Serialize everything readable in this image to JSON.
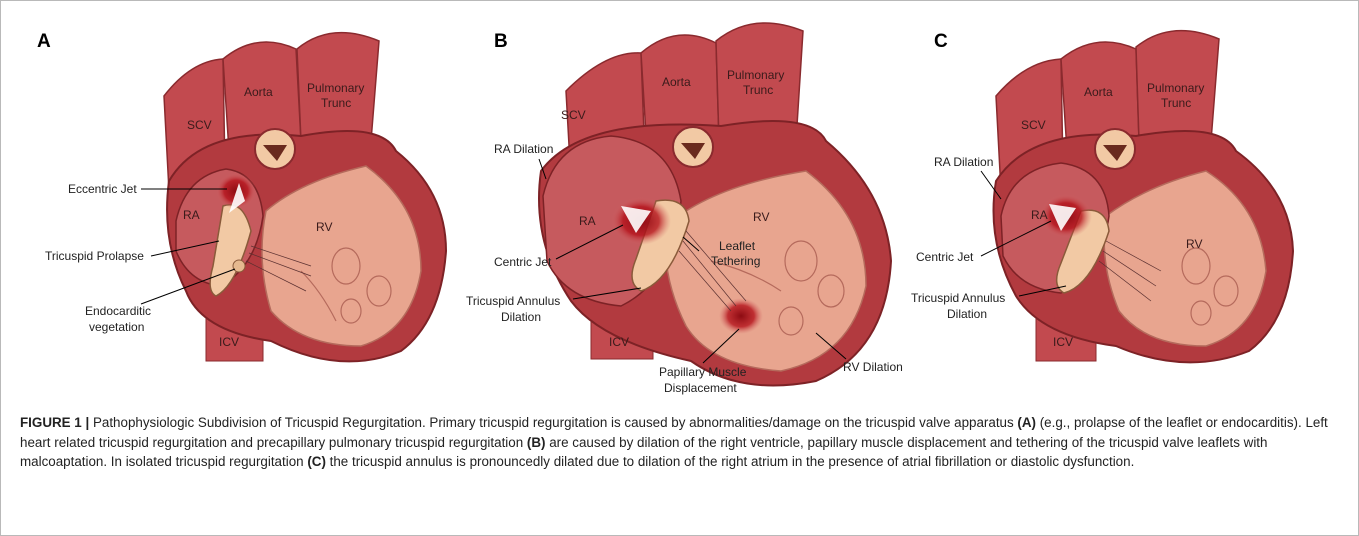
{
  "panels": [
    {
      "letter": "A",
      "labels": {
        "scv": "SCV",
        "aorta": "Aorta",
        "pulm1": "Pulmonary",
        "pulm2": "Trunc",
        "ra": "RA",
        "rv": "RV",
        "icv": "ICV",
        "eccentric_jet": "Eccentric Jet",
        "tricuspid_prolapse": "Tricuspid Prolapse",
        "endocarditic1": "Endocarditic",
        "endocarditic2": "vegetation"
      }
    },
    {
      "letter": "B",
      "labels": {
        "scv": "SCV",
        "aorta": "Aorta",
        "pulm1": "Pulmonary",
        "pulm2": "Trunc",
        "ra": "RA",
        "rv": "RV",
        "icv": "ICV",
        "ra_dilation": "RA Dilation",
        "centric_jet": "Centric Jet",
        "leaflet1": "Leaflet",
        "leaflet2": "Tethering",
        "tad1": "Tricuspid Annulus",
        "tad2": "Dilation",
        "pmd1": "Papillary Muscle",
        "pmd2": "Displacement",
        "rv_dilation": "RV Dilation"
      }
    },
    {
      "letter": "C",
      "labels": {
        "scv": "SCV",
        "aorta": "Aorta",
        "pulm1": "Pulmonary",
        "pulm2": "Trunc",
        "ra": "RA",
        "rv": "RV",
        "icv": "ICV",
        "ra_dilation": "RA Dilation",
        "centric_jet": "Centric Jet",
        "tad1": "Tricuspid Annulus",
        "tad2": "Dilation"
      }
    }
  ],
  "colors": {
    "heart_outer": "#b23a3f",
    "heart_mid": "#c8585a",
    "heart_inner": "#d98a7a",
    "chamber": "#e8a58f",
    "valve": "#f2c9a4",
    "jet": "#b5121b",
    "vessel": "#c24a4f"
  },
  "caption": {
    "figure_label": "FIGURE 1 |",
    "seg1": " Pathophysiologic Subdivision of Tricuspid Regurgitation. Primary tricuspid regurgitation is caused by abnormalities/damage on the tricuspid valve apparatus ",
    "ref_a": "(A)",
    "seg2": " (e.g., prolapse of the leaflet or endocarditis). Left heart related tricuspid regurgitation and precapillary pulmonary tricuspid regurgitation ",
    "ref_b": "(B)",
    "seg3": " are caused by dilation of the right ventricle, papillary muscle displacement and tethering of the tricuspid valve leaflets with malcoaptation. In isolated tricuspid regurgitation ",
    "ref_c": "(C)",
    "seg4": " the tricuspid annulus is pronouncedly dilated due to dilation of the right atrium in the presence of atrial fibrillation or diastolic dysfunction."
  }
}
